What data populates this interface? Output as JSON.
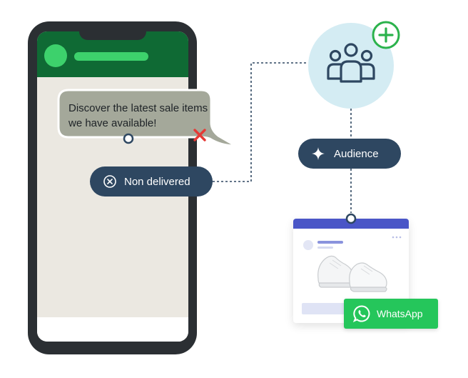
{
  "chat": {
    "message": "Discover the latest sale items we have available!",
    "status_icon": "red-x-icon"
  },
  "badges": {
    "non_delivered": "Non delivered",
    "non_delivered_icon": "circle-x-icon",
    "audience": "Audience",
    "audience_icon": "sparkle-icon"
  },
  "audience_node": {
    "icon": "people-group-icon",
    "add_icon": "plus-circle-icon"
  },
  "card": {
    "image": "sneakers-icon"
  },
  "whatsapp_button": {
    "label": "WhatsApp",
    "icon": "whatsapp-icon"
  },
  "colors": {
    "phone_frame": "#2b2f33",
    "header_green": "#0f6a34",
    "accent_green": "#3dd16c",
    "pill_navy": "#2e4761",
    "audience_bg": "#d4ecf3",
    "card_header": "#4a56c7",
    "whatsapp_green": "#25c65b",
    "error_red": "#e53935"
  }
}
